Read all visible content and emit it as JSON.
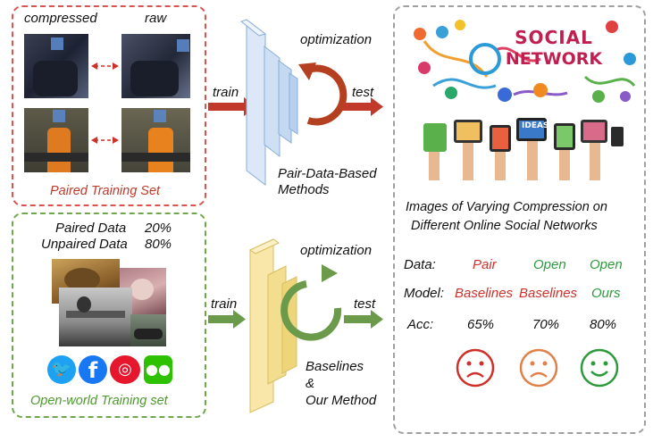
{
  "paired": {
    "compressed_label": "compressed",
    "raw_label": "raw",
    "set_label": "Paired Training Set",
    "color": "#c0392b"
  },
  "openworld": {
    "paired_data": "Paired Data",
    "paired_pct": "20%",
    "unpaired_data": "Unpaired Data",
    "unpaired_pct": "80%",
    "set_label": "Open-world Training set",
    "color": "#5a9a3a",
    "social_icons": [
      "twitter-icon",
      "facebook-icon",
      "weibo-icon",
      "wechat-icon"
    ]
  },
  "top_flow": {
    "train": "train",
    "optimization": "optimization",
    "test": "test",
    "method_line1": "Pair-Data-Based",
    "method_line2": "Methods"
  },
  "bottom_flow": {
    "train": "train",
    "optimization": "optimization",
    "test": "test",
    "method_line1": "Baselines",
    "method_line2": "&",
    "method_line3": "Our Method"
  },
  "right": {
    "social_network_line1": "SOCIAL",
    "social_network_line2": "NETWORK",
    "ideas": "IDEAS",
    "caption_line1": "Images of Varying Compression on",
    "caption_line2": "Different Online Social Networks",
    "row_labels": {
      "data": "Data:",
      "model": "Model:",
      "acc": "Acc:"
    },
    "columns": [
      {
        "data": "Pair",
        "model": "Baselines",
        "acc": "65%",
        "mood": "sad",
        "color": "#d0302a"
      },
      {
        "data": "Open",
        "model": "Baselines",
        "acc": "70%",
        "mood": "sad",
        "color": "#e0804a"
      },
      {
        "data": "Open",
        "model": "Ours",
        "acc": "80%",
        "mood": "happy",
        "color": "#2e9a3e"
      }
    ]
  },
  "colors": {
    "red_arrow": "#c0392b",
    "green_arrow": "#6a9a4a",
    "blue_block": "#cfe0f5",
    "yellow_block": "#f7e6a6"
  }
}
